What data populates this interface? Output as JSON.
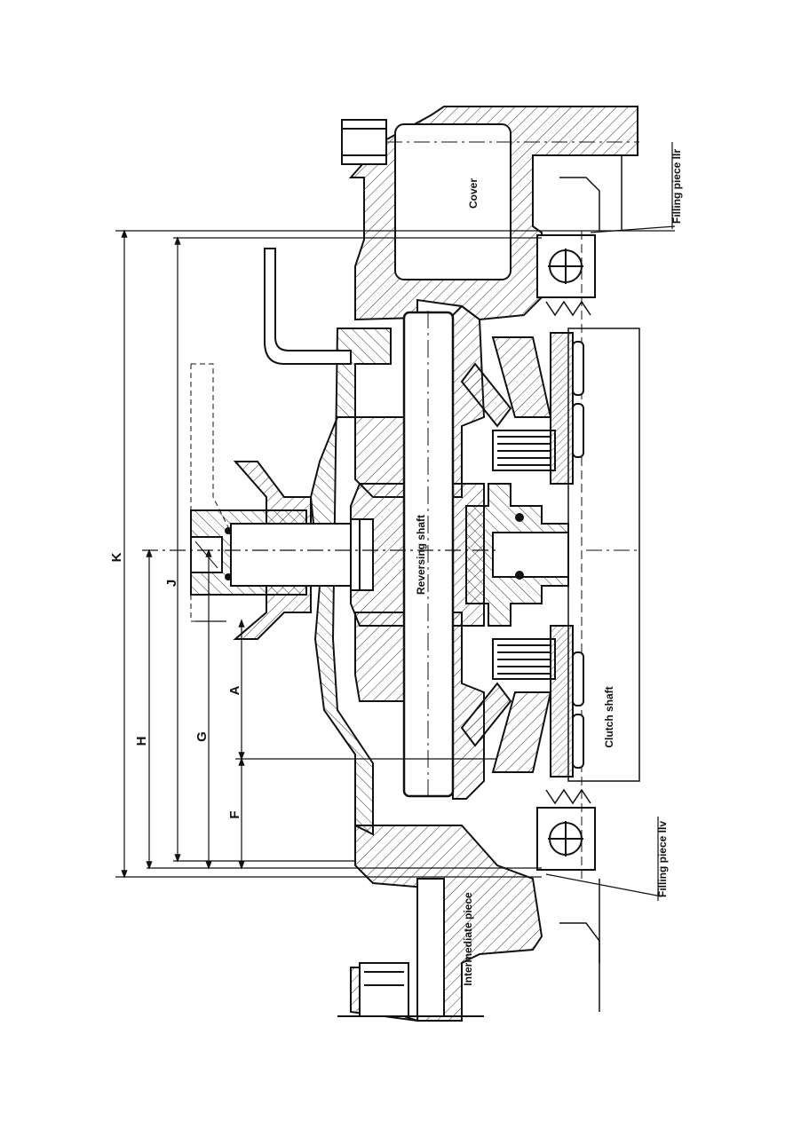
{
  "labels": {
    "cover": "Cover",
    "reversing_shaft": "Reversing shaft",
    "clutch_shaft": "Clutch shaft",
    "intermediate_piece": "Intermediate piece",
    "filling_piece_r": "Filling piece IIr",
    "filling_piece_v": "Filling piece IIv"
  },
  "dimensions": {
    "a": "A",
    "f": "F",
    "g": "G",
    "h": "H",
    "j": "J",
    "k": "K"
  },
  "colors": {
    "line": "#111111",
    "hatch": "#333333",
    "background": "#ffffff"
  }
}
